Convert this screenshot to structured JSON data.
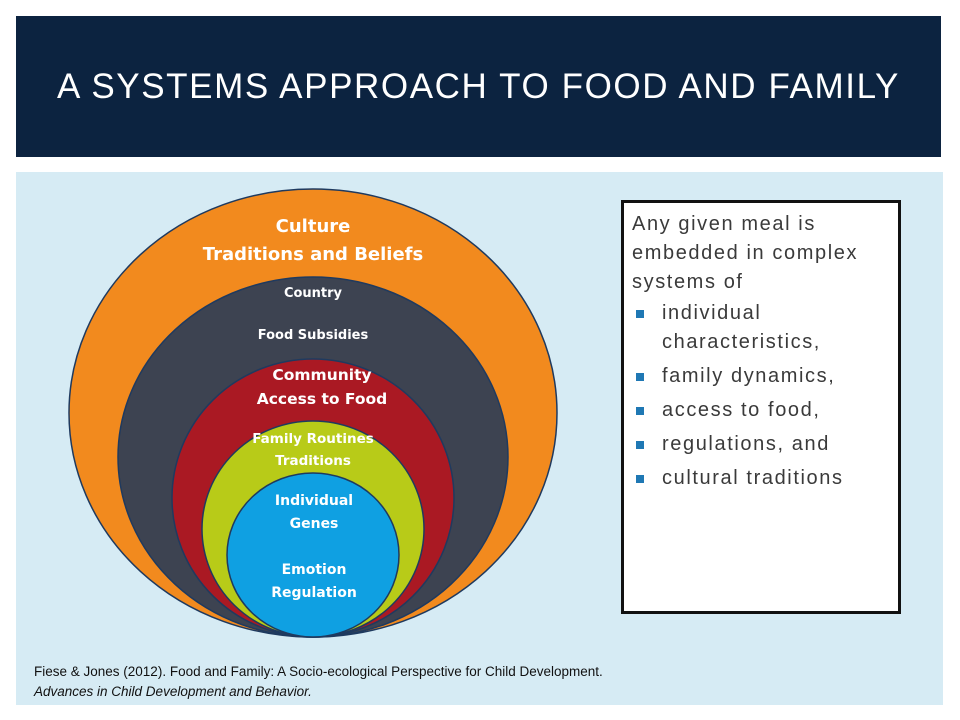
{
  "slide": {
    "title": "A SYSTEMS APPROACH TO FOOD AND FAMILY"
  },
  "diagram": {
    "rings": [
      {
        "labels": [
          "Culture",
          "Traditions and Beliefs"
        ],
        "color": "#f28a1e"
      },
      {
        "labels": [
          "Country",
          "Food Subsidies"
        ],
        "color": "#3d4351"
      },
      {
        "labels": [
          "Community",
          "Access to Food"
        ],
        "color": "#aa1923"
      },
      {
        "labels": [
          "Family Routines",
          "Traditions"
        ],
        "color": "#b8cb18"
      },
      {
        "labels": [
          "Individual",
          "Genes",
          "Emotion",
          "Regulation"
        ],
        "color": "#0fa0e2"
      }
    ]
  },
  "textbox": {
    "intro": "Any given meal is embedded in complex systems of",
    "bullets": [
      "individual characteristics,",
      "family dynamics,",
      "access to food,",
      "regulations, and",
      "cultural traditions"
    ]
  },
  "citation": {
    "line1": "Fiese & Jones (2012). Food and Family: A Socio-ecological Perspective for Child Development.",
    "line2": "Advances in Child Development and Behavior."
  },
  "colors": {
    "header_bg": "#0c2340",
    "panel_bg": "#d6ebf4",
    "bullet": "#1f78b4"
  }
}
